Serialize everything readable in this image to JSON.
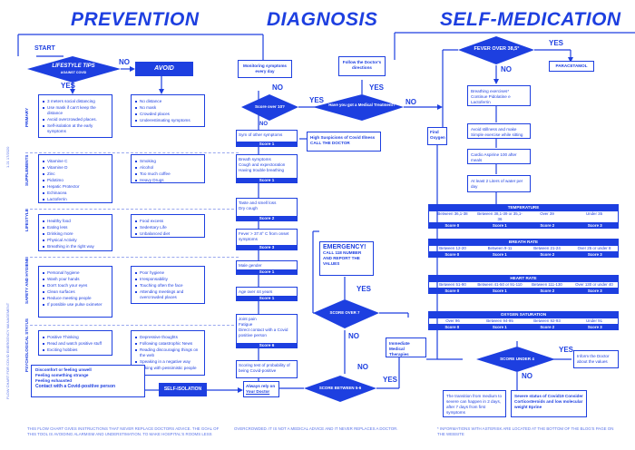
{
  "headers": {
    "prevention": "PREVENTION",
    "diagnosis": "DIAGNOSIS",
    "self_medication": "SELF-MEDICATION"
  },
  "start": "START",
  "lifestyle_tips": "LIFESTYLE TIPS",
  "lifestyle_sub": "AGAINST COVID",
  "yes": "YES",
  "no": "NO",
  "avoid": "AVOID",
  "side_labels": [
    "PRIMARY",
    "SUPPLEMENTS",
    "LIFESTYLE",
    "SAFETY AND HYGIENE",
    "PSYCHOLOGICAL STATUS"
  ],
  "vertical_note": "FLOW CHART FOR COVID EMERGENCY MANAGEMENT",
  "version": "1.21 17/2020",
  "do_primary": [
    "3 meters social distancing",
    "Use mask if can't keep the distance",
    "Avoid overcrowded places.",
    "Self-isolation at the early symptoms"
  ],
  "do_supplements": [
    "Vitamine C",
    "Vitamine D",
    "Zinc",
    "Pidotimo",
    "Hepatic Protector",
    "Echinacea",
    "Lactoferrin"
  ],
  "do_lifestyle": [
    "Healthy food",
    "Eating less",
    "Drinking more",
    "Physical Activity",
    "Breathing in the right way"
  ],
  "do_hygiene": [
    "Personal hygiene",
    "Wash your hands",
    "Don't touch your eyes",
    "Clean surfaces",
    "Reduce meeting people",
    "If possible use pulse oximeter"
  ],
  "do_psych": [
    "Positive Thinking",
    "Read and watch positive stuff",
    "Exciting hobbies"
  ],
  "avoid_primary": [
    "No distance",
    "No mask",
    "Crowded places",
    "Underestimating symptoms"
  ],
  "avoid_supplements": [
    "Smoking",
    "Alcohol",
    "Too much coffee",
    "Heavy Drugs"
  ],
  "avoid_lifestyle": [
    "Food excess",
    "Sedentary Life",
    "Unbalanced diet"
  ],
  "avoid_hygiene": [
    "Poor hygiene",
    "Irresponsability",
    "Touching often the face",
    "Attending meetings and overcrowded places"
  ],
  "avoid_psych": [
    "Depressive thoughts",
    "Following catastrophic News",
    "Reading discouraging things on the web",
    "Speaking in a negative way",
    "Talking with pessimistic people"
  ],
  "discomfort": [
    "Discomfort or feeling unwell",
    "Feeling something strange",
    "Feeling exhausted"
  ],
  "contact": "Contact with a Covid-positive person",
  "self_isolation": "SELF-ISOLATION",
  "always_rely": "Always rely on",
  "your_doctor": "Your Doctor",
  "monitoring": "Monitoring symptoms every day",
  "score_over_10": "Score over 10?",
  "follow_doctor": "Follow the Doctor's directions",
  "medical_treatment": "Have you got a Medical Treatment?",
  "find_oxygen": "Find Oxygen",
  "high_suspicion": "High Suspicions of Covid Illness",
  "call_doctor": "CALL THE DOCTOR",
  "score_groups": [
    {
      "items": [
        "Sym of other symptoms"
      ],
      "score": "Score 1"
    },
    {
      "items": [
        "Breath symptoms",
        "Cough and expectoration",
        "Having trouble breathing"
      ],
      "score": "Score 1"
    },
    {
      "items": [
        "Taste and smell loss",
        "Dry cough"
      ],
      "score": "Score 2"
    },
    {
      "items": [
        "Fever > 37.8° C from onset symptoms"
      ],
      "score": "Score 3"
    },
    {
      "items": [
        "Male gender"
      ],
      "score": "Score 1"
    },
    {
      "items": [
        "Age over 44 years"
      ],
      "score": "Score 1"
    },
    {
      "items": [
        "Joint pain",
        "Fatigue",
        "Direct contact with a Covid positive person"
      ],
      "score": "Score 6"
    },
    {
      "items": [
        "Scoring test of probability of being Covid-positive"
      ],
      "score": ""
    }
  ],
  "emergency": "EMERGENCY!",
  "emergency_text": "CALL 118 NUMBER AND REPORT THE VALUES",
  "score_over_7": "SCORE OVER 7",
  "score_between": "SCORE BETWEEN 5-6",
  "immediate": "Immediate Medical Therapies",
  "fever_over": "FEVER OVER 38,5°",
  "paracetamol": "PARACETAMOL",
  "med_breathing": [
    "Breathing exercises*",
    "Continue Pidolatine e Lactoferrin"
  ],
  "med_avoid": [
    "Avoid stillness and make Simple exercise while sitting"
  ],
  "med_cardio": [
    "Cardio Aspirine 100 after meals"
  ],
  "med_water": [
    "At least 2 Liters of water per day"
  ],
  "tables": [
    {
      "title": "TEMPERATURE",
      "cols": [
        "Between 36,1-38",
        "Between 38,1-39 or 35,1-36",
        "Over 39",
        "Under 35"
      ],
      "scores": [
        "Score 0",
        "Score 1",
        "Score 2",
        "Score 3"
      ]
    },
    {
      "title": "BREATH RATE",
      "cols": [
        "Between 12-20",
        "Between 9-11",
        "Between 21-24",
        "Over 25 or under 8"
      ],
      "scores": [
        "Score 0",
        "Score 1",
        "Score 2",
        "Score 3"
      ]
    },
    {
      "title": "HEART RATE",
      "cols": [
        "Between 51-90",
        "Between 41-50 or 91-110",
        "Between 111-130",
        "Over 130 or under 40"
      ],
      "scores": [
        "Score 0",
        "Score 1",
        "Score 2",
        "Score 3"
      ]
    },
    {
      "title": "OXYGEN SATURATION",
      "cols": [
        "Over 96",
        "Between 94-95",
        "Between 92-93",
        "Under 91"
      ],
      "scores": [
        "Score 0",
        "Score 1",
        "Score 2",
        "Score 3"
      ]
    }
  ],
  "score_under_4": "SCORE UNDER 4",
  "inform_doctor": "Inform the Doctor about the values",
  "transition": "The transition from medium to severe can happen in 2 days, after 7 days from first symptoms",
  "severe": "Severe status of Covid19 Consider Corticosteroids and low molecular weight Eprine",
  "footer_left": "THIS FLOW CHART GIVES INSTRUCTIONS THAT NEVER REPLACE DOCTORS ADVICE. THE GOAL OF THIS TOOL IS AVOIDING ALARMISM AND UNDERSTIMATION. TO MAKE HOSPITAL'S ROOMS LESS",
  "footer_mid": "OVERCROWDED. IT IS NOT A MEDICAL ADVICE AND IT NEVER REPLACES A DOCTOR.",
  "footer_right": "* INFORMATIONS WITH ASTERISK ARE LOCATED AT THE BOTTOM OF THE BLOG'S PAGE ON THE WEBSITE",
  "colors": {
    "primary": "#1d3fe0",
    "light": "#9aa8ee",
    "footer": "#5b74e8"
  }
}
